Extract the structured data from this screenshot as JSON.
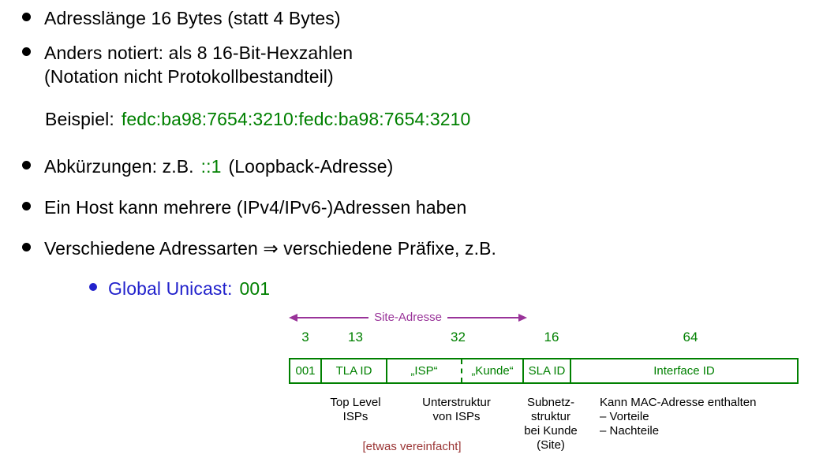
{
  "colors": {
    "text": "#000000",
    "green": "#008000",
    "blue": "#2222cc",
    "purple": "#993399",
    "dark_red": "#993333",
    "background": "#ffffff"
  },
  "bullets": {
    "b1": "Adresslänge 16 Bytes (statt 4 Bytes)",
    "b2_line1": "Anders notiert: als 8 16-Bit-Hexzahlen",
    "b2_line2": "(Notation nicht Protokollbestandteil)",
    "example_label": "Beispiel:",
    "example_value": "fedc:ba98:7654:3210:fedc:ba98:7654:3210",
    "b3_prefix": "Abkürzungen: z.B.",
    "b3_value": "::1",
    "b3_suffix": "(Loopback-Adresse)",
    "b4": "Ein Host kann mehrere (IPv4/IPv6-)Adressen haben",
    "b5": "Verschiedene Adressarten ⇒ verschiedene Präfixe, z.B.",
    "sub_label": "Global Unicast:",
    "sub_value": "001"
  },
  "diagram": {
    "site_address_label": "Site-Adresse",
    "bits": [
      "3",
      "13",
      "32",
      "16",
      "64"
    ],
    "boxes": [
      "001",
      "TLA ID",
      "„ISP“",
      "„Kunde“",
      "SLA ID",
      "Interface ID"
    ],
    "captions": {
      "tla": [
        "Top Level",
        "ISPs"
      ],
      "isp": [
        "Unterstruktur",
        "von ISPs"
      ],
      "sla": [
        "Subnetz-",
        "struktur",
        "bei Kunde",
        "(Site)"
      ],
      "interface": [
        "Kann MAC-Adresse enthalten",
        "–  Vorteile",
        "–  Nachteile"
      ],
      "note": "[etwas vereinfacht]"
    }
  }
}
